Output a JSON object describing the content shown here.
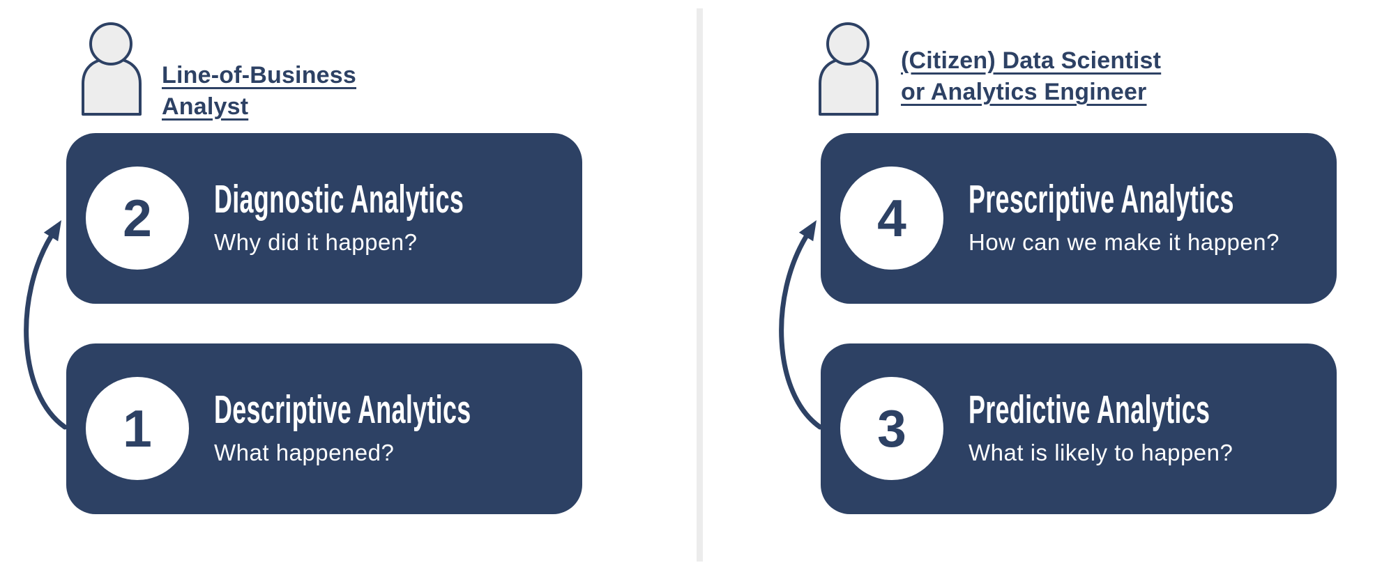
{
  "colors": {
    "navy": "#2d4164",
    "icon_fill": "#ededed",
    "divider_gray": "#ececec",
    "card_text": "#ffffff"
  },
  "left_panel": {
    "persona": {
      "icon": "person-icon",
      "title_lines": [
        "Line-of-Business",
        "Analyst"
      ]
    },
    "boxes": [
      {
        "number": "2",
        "title": "Diagnostic Analytics",
        "subtitle": "Why did it happen?"
      },
      {
        "number": "1",
        "title": "Descriptive Analytics",
        "subtitle": "What happened?"
      }
    ]
  },
  "right_panel": {
    "persona": {
      "icon": "person-icon",
      "title_lines": [
        "(Citizen) Data Scientist",
        "or Analytics Engineer"
      ]
    },
    "boxes": [
      {
        "number": "4",
        "title": "Prescriptive Analytics",
        "subtitle": "How can we make it happen?"
      },
      {
        "number": "3",
        "title": "Predictive Analytics",
        "subtitle": "What is likely to happen?"
      }
    ]
  }
}
